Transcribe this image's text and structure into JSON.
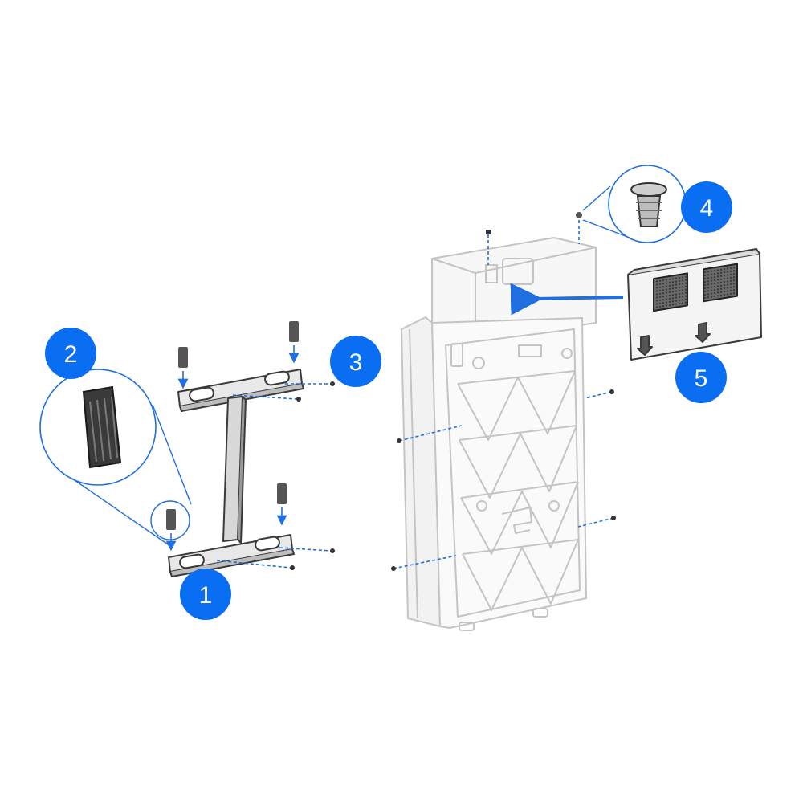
{
  "colors": {
    "accent": "#0a6ef2",
    "guide": "#1f6fe0",
    "part_dark": "#3a3a3a",
    "part_mid": "#8a8a8a",
    "housing": "#c4c4c4",
    "background": "#ffffff"
  },
  "callouts": [
    {
      "id": "1",
      "label": "1",
      "icon": "mounting-bracket-assembly"
    },
    {
      "id": "2",
      "label": "2",
      "icon": "rubber-pad-detail"
    },
    {
      "id": "3",
      "label": "3",
      "icon": "bracket-screws"
    },
    {
      "id": "4",
      "label": "4",
      "icon": "push-pin-fastener-detail"
    },
    {
      "id": "5",
      "label": "5",
      "icon": "rear-cover-plate"
    }
  ]
}
